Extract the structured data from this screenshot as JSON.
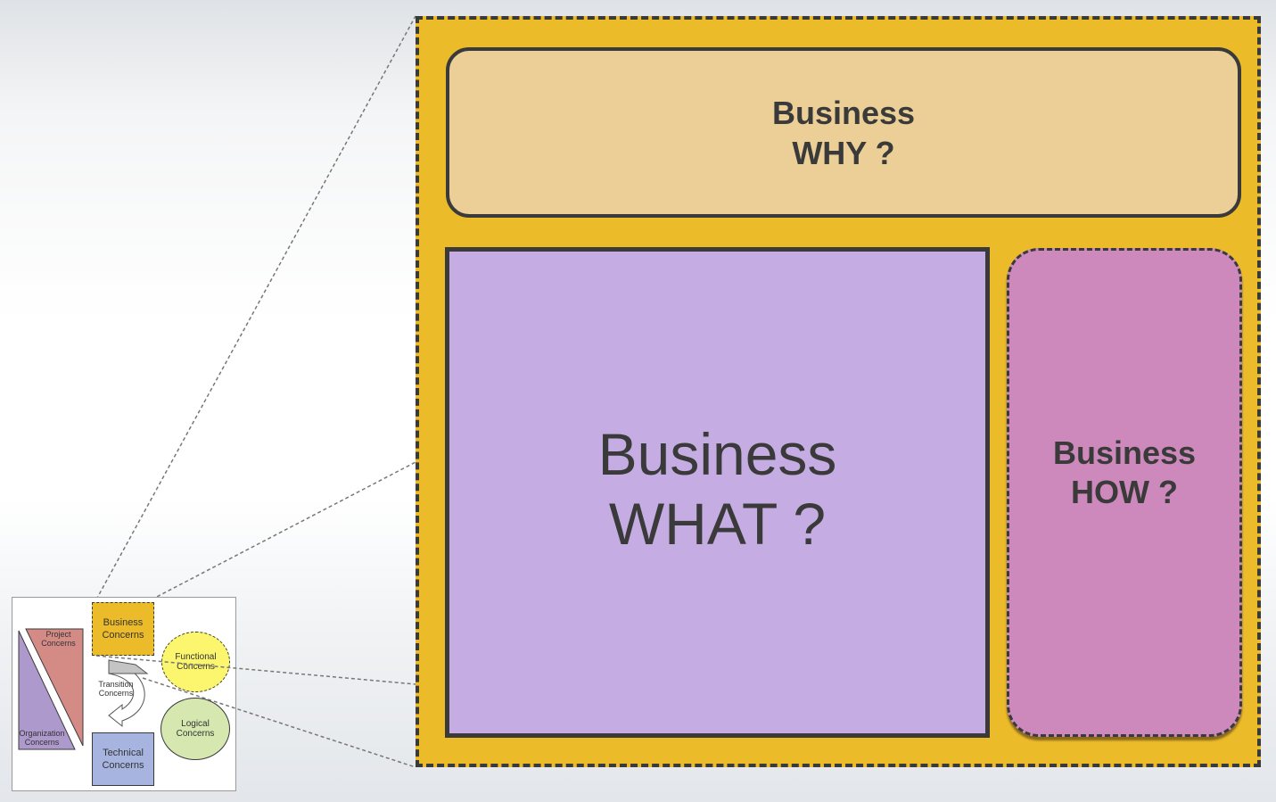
{
  "main": {
    "why": {
      "line1": "Business",
      "line2": "WHY ?",
      "color": "#ebcf97"
    },
    "what": {
      "line1": "Business",
      "line2": "WHAT ?",
      "color": "#c5ade3"
    },
    "how": {
      "line1": "Business",
      "line2": "HOW ?",
      "color": "#cd89bc"
    },
    "frame_color": "#ebbb2a"
  },
  "thumbnail": {
    "project": {
      "line1": "Project",
      "line2": "Concerns",
      "color": "#d58b85"
    },
    "organization": {
      "line1": "Organization",
      "line2": "Concerns",
      "color": "#ad99cb"
    },
    "business": {
      "line1": "Business",
      "line2": "Concerns",
      "color": "#ebbb2a"
    },
    "transition": {
      "line1": "Transition",
      "line2": "Concerns"
    },
    "functional": {
      "line1": "Functional",
      "line2": "Concerns",
      "color": "#fcf66e"
    },
    "logical": {
      "line1": "Logical",
      "line2": "Concerns",
      "color": "#d6e7b0"
    },
    "technical": {
      "line1": "Technical",
      "line2": "Concerns",
      "color": "#a7b4e0"
    }
  }
}
